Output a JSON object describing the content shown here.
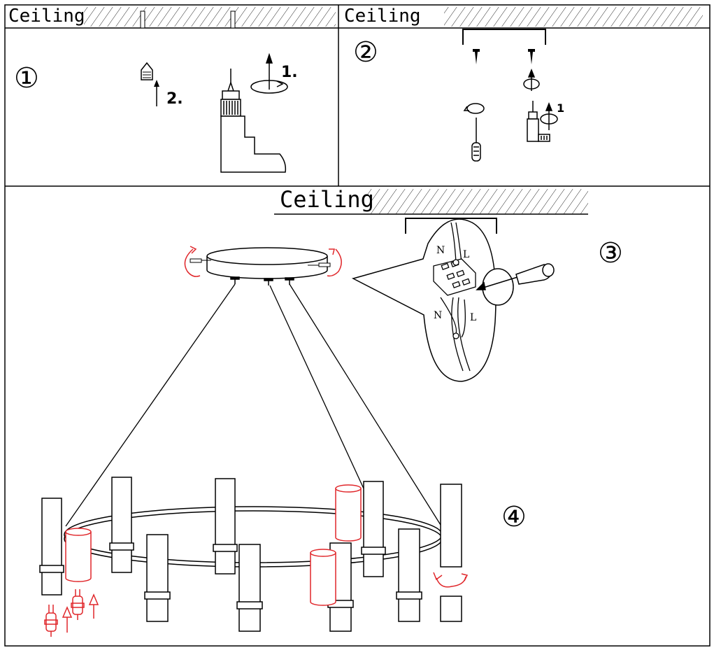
{
  "panel1": {
    "ceiling_label": "Ceiling",
    "step_number": "①",
    "arrow_label_1": "1.",
    "arrow_label_2": "2."
  },
  "panel2": {
    "ceiling_label": "Ceiling",
    "step_number": "②",
    "arrow_label_1": "1"
  },
  "panel3": {
    "ceiling_label": "Ceiling",
    "step_number": "③",
    "wire_neutral": "N",
    "wire_live": "L"
  },
  "panel4": {
    "step_number": "④"
  },
  "colors": {
    "line": "#000000",
    "accent": "#e0262a",
    "hatch": "#000000"
  }
}
